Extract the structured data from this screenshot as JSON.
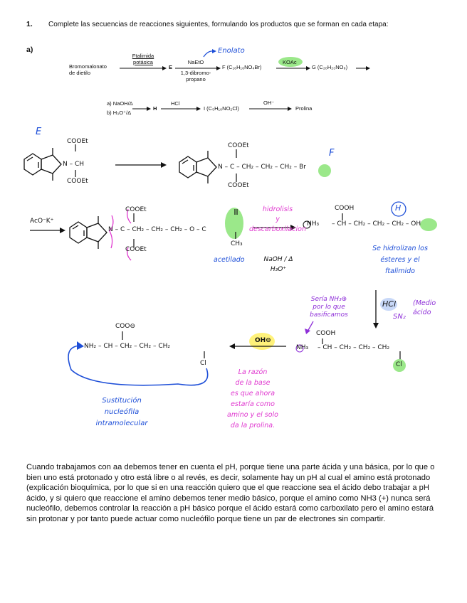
{
  "question": {
    "number": "1.",
    "text": "Complete las secuencias de reacciones siguientes, formulando los productos que se forman en cada etapa:",
    "part": "a)"
  },
  "scheme1": {
    "start": "Bromomalonato\nde dietilo",
    "reagent1": "Ftalimida\npotásica",
    "e": "E",
    "reagent2_top": "NaEtO",
    "reagent2_bottom": "1,3-dibromo-\npropano",
    "f": "F (C₁₆H₁₆NO₄Br)",
    "koac": "KOAc",
    "g": "G (C₂₀H₂₃NO₈)",
    "enolate_note": "Enolato"
  },
  "scheme2": {
    "reagent_a": "a) NaOH/Δ",
    "reagent_b": "b) H₃O⁺/Δ",
    "h": "H",
    "hcl": "HCl",
    "i": "I (C₅H₁₀NO₂Cl)",
    "oh": "OH⁻",
    "prolina": "Prolina"
  },
  "structures": {
    "label_e": "E",
    "label_f": "F",
    "label_h": "H",
    "cooet": "COOEt",
    "cooh": "COOH",
    "acok": "AcO⁻K⁺",
    "br": "Br",
    "nh3": "NH₃",
    "cl": "Cl",
    "chain_f": "N – C – CH₂ – CH₂ – CH₂ – Br",
    "chain_g": "N – C – CH₂ – CH₂ – CH₂ – O – C",
    "ch3": "CH₃",
    "chain_h": "– CH – CH₂ – CH₂ – CH₂ – OH",
    "chain_i": "– CH – CH₂ – CH₂ – CH₂",
    "chain_coo": "NH₂ – CH – CH₂ – CH₂ – CH₂",
    "coo": "COO⊖",
    "oh_minus": "OH⊖"
  },
  "notes": {
    "hidrolisis": "hidrolisis\ny\ndescarboxilacion",
    "acetilado": "acetilado",
    "naoh": "NaOH / Δ\nH₃O⁺",
    "hidrolizan": "Se hidrolizan los\nésteres y el\nftalimido",
    "hcl_label": "HCl",
    "hcl_note": "(Medio\nácido",
    "sn2": "SN₂",
    "seria": "Sería NH₃⊕\npor lo que\nbasificamos",
    "razon": "La razón\nde la base\nes que ahora\nestaría como\namino y el solo\nda la prolina.",
    "sustitucion": "Sustitución\nnucleófila\nintramolecular"
  },
  "paragraph": "Cuando trabajamos con aa debemos tener en cuenta el pH, porque tiene una parte ácida y una básica, por lo que o bien uno está protonado y otro está libre o al revés, es decir, solamente hay un pH al cual el amino está protonado (explicación bioquímica, por lo que si en una reacción quiero que el que reaccione sea el ácido debo trabajar a pH ácido, y si quiero que reaccione el amino debemos tener medio básico, porque el amino como NH3 (+) nunca será nucleófilo, debemos controlar la reacción a pH básico porque el ácido estará como carboxilato pero el amino estará sin protonar y por tanto puede actuar como nucleófilo porque tiene un par de electrones sin compartir.",
  "colors": {
    "blue": "#1e4fd8",
    "pink": "#e03ad0",
    "purple": "#8e2fd8",
    "green_highlight": "#9be88a",
    "yellow_highlight": "#fff27a"
  }
}
